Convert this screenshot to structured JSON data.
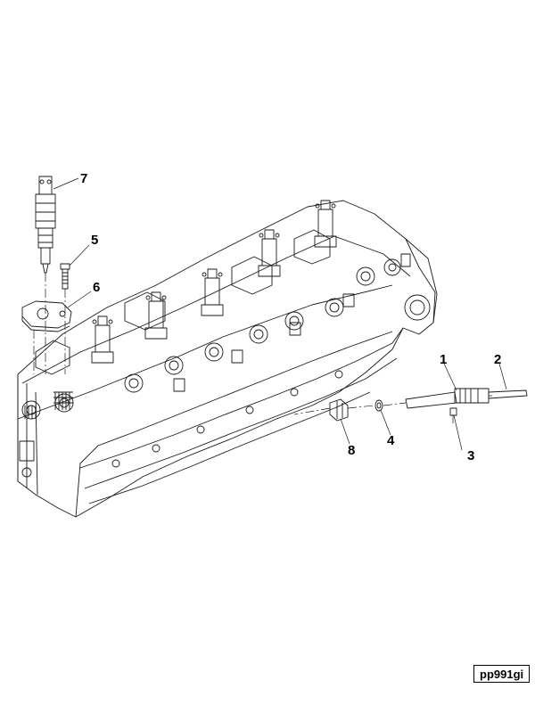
{
  "callouts": {
    "c1": "1",
    "c2": "2",
    "c3": "3",
    "c4": "4",
    "c5": "5",
    "c6": "6",
    "c7": "7",
    "c8": "8"
  },
  "reference_code": "pp991gi",
  "colors": {
    "line": "#1a1a1a",
    "paper": "#ffffff"
  }
}
